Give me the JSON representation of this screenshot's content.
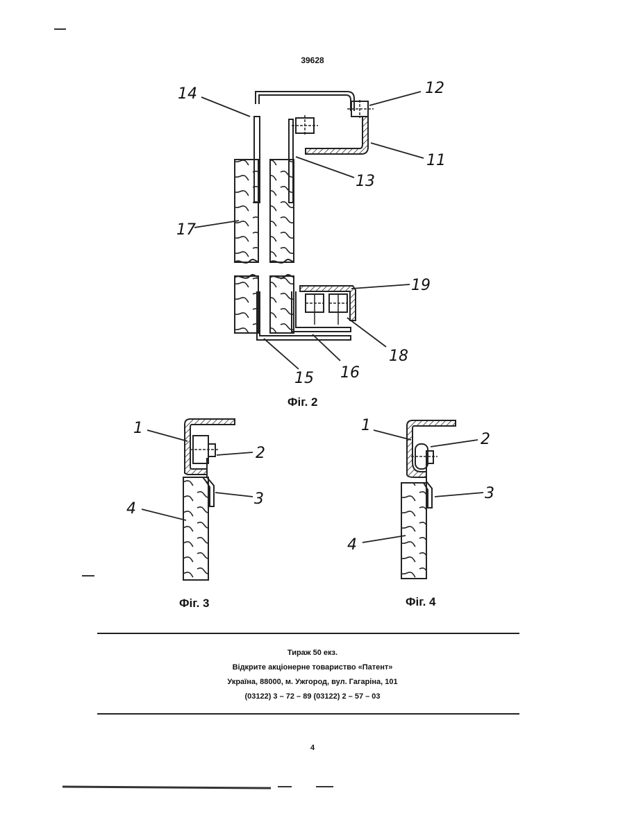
{
  "header": {
    "page_number": "39628"
  },
  "figures": {
    "fig2": {
      "caption": "Фіг. 2",
      "labels": {
        "l14": "14",
        "l12": "12",
        "l11": "11",
        "l13": "13",
        "l17": "17",
        "l19": "19",
        "l18": "18",
        "l15": "15",
        "l16": "16"
      }
    },
    "fig3": {
      "caption": "Фіг. 3",
      "labels": {
        "l1": "1",
        "l2": "2",
        "l3": "3",
        "l4": "4"
      }
    },
    "fig4": {
      "caption": "Фіг. 4",
      "labels": {
        "l1": "1",
        "l2": "2",
        "l3": "3",
        "l4": "4"
      }
    }
  },
  "footer": {
    "circulation": "Тираж 50 екз.",
    "company": "Відкрите акціонерне товариство «Патент»",
    "address": "Україна, 88000, м. Ужгород, вул. Гагаріна, 101",
    "phones": "(03122) 3 – 72 – 89   (03122) 2 – 57 – 03",
    "page_number": "4"
  }
}
